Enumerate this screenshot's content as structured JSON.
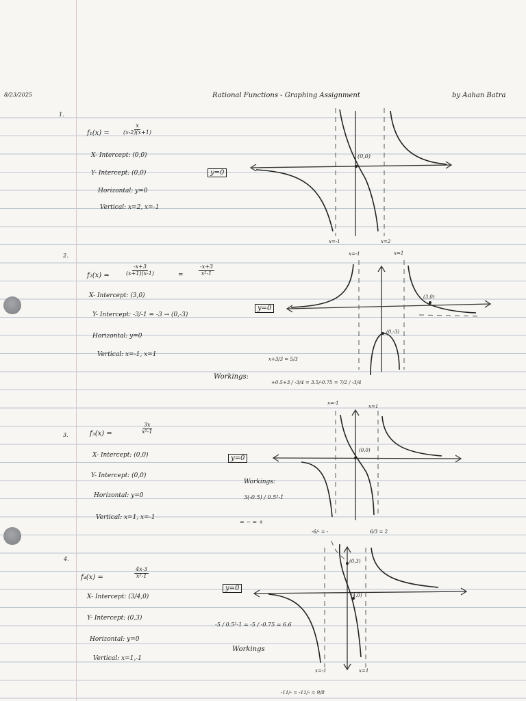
{
  "header": {
    "date": "8/23/2025",
    "title": "Rational Functions -  Graphing Assignment",
    "author": "by Aahan Batra"
  },
  "problems": [
    {
      "number": "1.",
      "func_name": "f₁(x) =",
      "func_num": "x",
      "func_den": "(x-2)(x+1)",
      "x_intercept": "X- Intercept: (0,0)",
      "y_intercept": "Y- Intercept: (0,0)",
      "horizontal": "Horizontal: y=0",
      "vertical": "Vertical: x=2, x=-1",
      "box_label": "y=0",
      "graph_labels": [
        "(0,0)",
        "x=-1",
        "x=2"
      ]
    },
    {
      "number": "2.",
      "func_name": "f₂(x) =",
      "func_num": "-x+3",
      "func_den": "(x+1)(x-1)",
      "func_eq": "=",
      "func2_num": "-x+3",
      "func2_den": "x²-1",
      "x_intercept": "X- Intercept: (3,0)",
      "y_intercept": "Y- Intercept: -3/-1 = -3 → (0,-3)",
      "horizontal": "Horizontal: y=0",
      "vertical": "Vertical: x=-1, x=1",
      "box_label": "y=0",
      "graph_labels": [
        "x=-1",
        "x=1",
        "(3,0)",
        "(0,-3)"
      ],
      "workings_label": "Workings:",
      "workings": [
        "x+3/3 = 5/3",
        "+0.5+3 / -3/4 = 3.5/-0.75 = 7/2 / -3/4"
      ]
    },
    {
      "number": "3.",
      "func_name": "f₃(x) =",
      "func_num": "3x",
      "func_den": "x²-1",
      "x_intercept": "X- Intercept: (0,0)",
      "y_intercept": "Y- Intercept: (0,0)",
      "horizontal": "Horizontal: y=0",
      "vertical": "Vertical: x=1, x=-1",
      "box_label": "y=0",
      "graph_labels": [
        "x=-1",
        "x=1",
        "(0,0)"
      ],
      "workings_label": "Workings:",
      "workings": [
        "3(-0.5) / 0.5²-1",
        "= − = +"
      ],
      "bottom_notes": [
        "-6/- = -",
        "6/3 = 2"
      ]
    },
    {
      "number": "4.",
      "func_name": "f₄(x) =",
      "func_num": "4x-3",
      "func_den": "x²-1",
      "x_intercept": "X- Intercept: (3/4,0)",
      "y_intercept": "Y- Intercept: (0,3)",
      "horizontal": "Horizontal: y=0",
      "vertical": "Vertical: x=1,-1",
      "box_label": "y=0",
      "graph_labels": [
        "(0,3)",
        "(4,0)",
        "x=-1",
        "x=1"
      ],
      "workings_label": "Workings",
      "workings": [
        "-5 / 0.5²-1 = -5 / -0.75 = 6.6"
      ],
      "bottom_notes": [
        "-11/- = -11/- = 9/8"
      ]
    }
  ]
}
